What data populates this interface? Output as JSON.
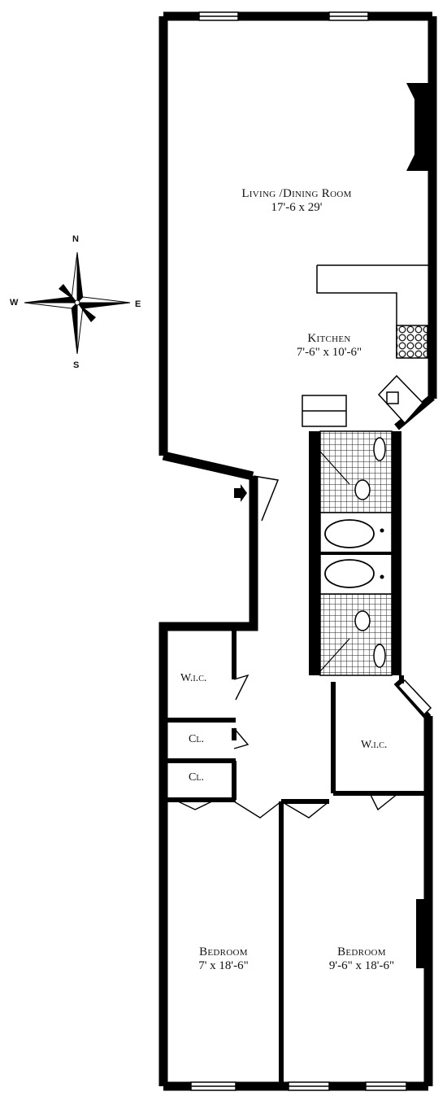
{
  "compass": {
    "north": "N",
    "south": "S",
    "east": "E",
    "west": "W"
  },
  "rooms": {
    "living_dining": {
      "name": "Living /Dining Room",
      "dims": "17'-6 x 29'"
    },
    "kitchen": {
      "name": "Kitchen",
      "dims": "7'-6\" x 10'-6\""
    },
    "bedroom_left": {
      "name": "Bedroom",
      "dims": "7' x 18'-6\""
    },
    "bedroom_right": {
      "name": "Bedroom",
      "dims": "9'-6\" x 18'-6\""
    }
  },
  "closets": {
    "wic_left": "W.i.c.",
    "cl_upper": "Cl.",
    "cl_lower": "Cl.",
    "wic_right": "W.i.c."
  }
}
